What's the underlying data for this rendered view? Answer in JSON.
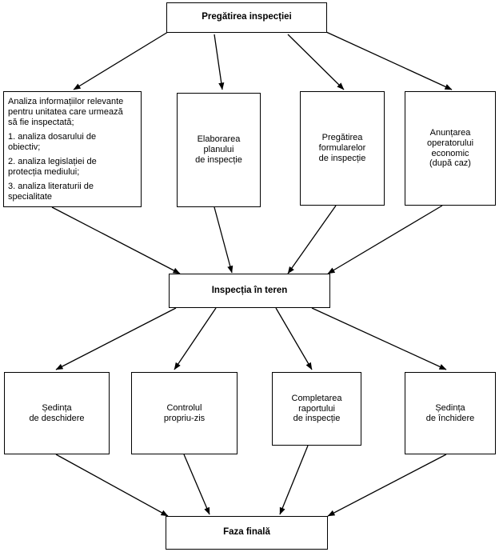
{
  "top": {
    "label": "Pregătirea inspecției"
  },
  "prep": {
    "analysis": {
      "intro": "Analiza informațiilor relevante\npentru unitatea care urmează\nsă fie inspectată;",
      "item1": "1. analiza dosarului de\nobiectiv;",
      "item2": "2. analiza legislației de\nprotecția mediului;",
      "item3": "3. analiza literaturii de\nspecialitate"
    },
    "plan": "Elaborarea\nplanului\nde inspecție",
    "forms": "Pregătirea\nformularelor\nde inspecție",
    "notice": "Anunțarea\noperatorului\neconomic\n(după caz)"
  },
  "middle": {
    "label": "Inspecția în teren"
  },
  "field": {
    "opening": "Ședința\nde deschidere",
    "control": "Controlul\npropriu-zis",
    "report": "Completarea\nraportului\nde inspecție",
    "closing": "Ședința\nde închidere"
  },
  "bottom": {
    "label": "Faza finală"
  },
  "colors": {
    "line": "#000000",
    "background": "#ffffff"
  }
}
